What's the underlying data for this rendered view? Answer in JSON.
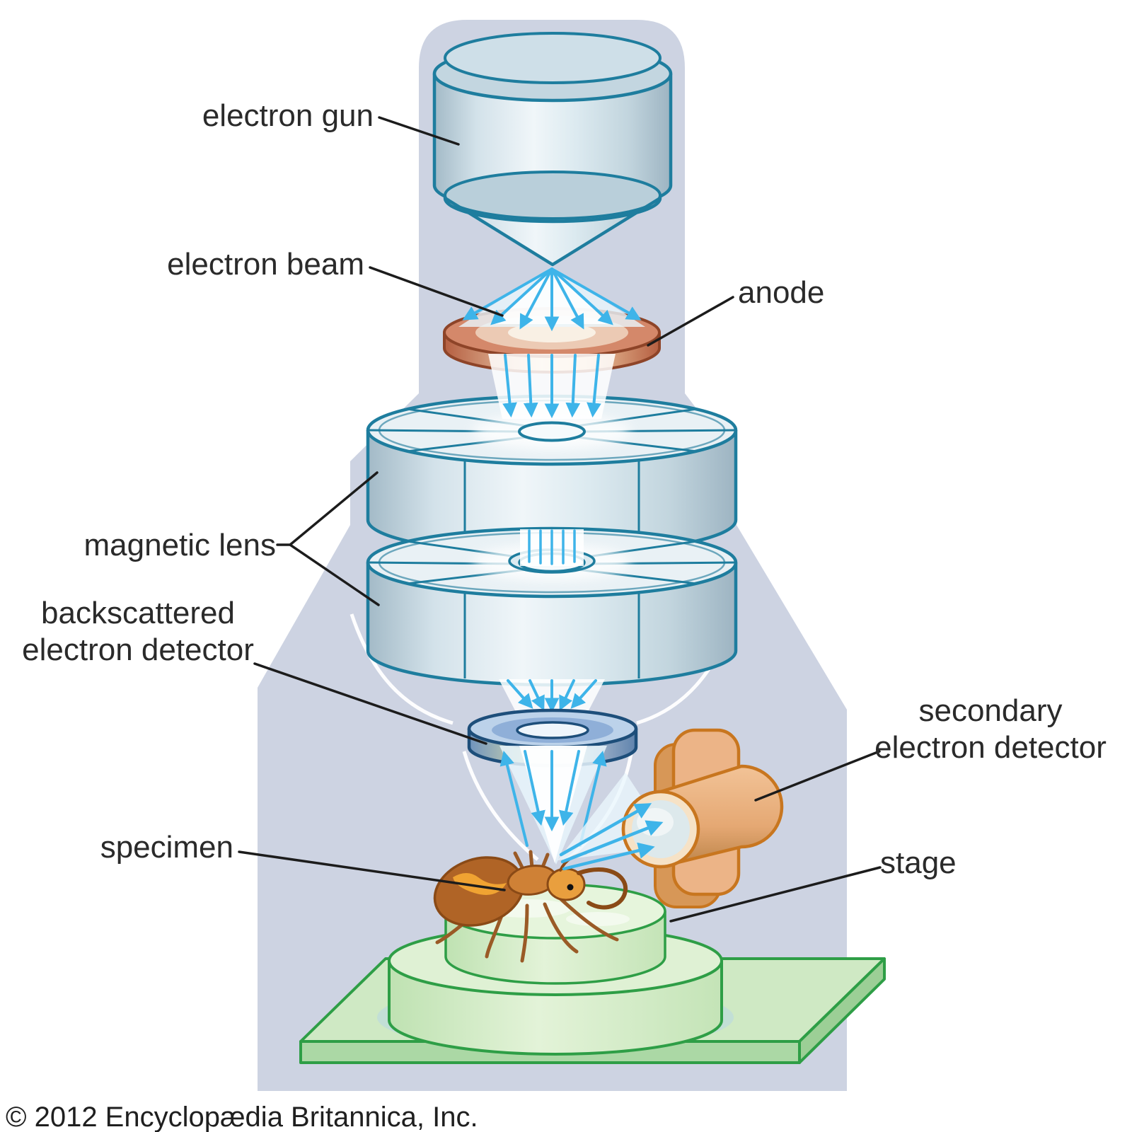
{
  "figure": {
    "kind": "labeled-science-diagram",
    "subject": "scanning electron microscope"
  },
  "labels": {
    "electron_gun": "electron gun",
    "electron_beam": "electron beam",
    "anode": "anode",
    "magnetic_lens": "magnetic lens",
    "backscattered_line1": "backscattered",
    "backscattered_line2": "electron detector",
    "secondary_line1": "secondary",
    "secondary_line2": "electron detector",
    "specimen": "specimen",
    "stage": "stage"
  },
  "footer": {
    "copyright": "© 2012 Encyclopædia Britannica, Inc."
  },
  "colors": {
    "silhouette": "#cdd3e2",
    "outline_teal": "#1e7d9e",
    "beam_blue": "#3eb4e9",
    "anode_copper": "#cd7a58",
    "bsd_navy": "#1d4e7a",
    "sed_orange": "#ecb487",
    "sed_outline": "#c8761f",
    "stage_green": "#2e9e46",
    "label_text": "#2a2a2a"
  }
}
